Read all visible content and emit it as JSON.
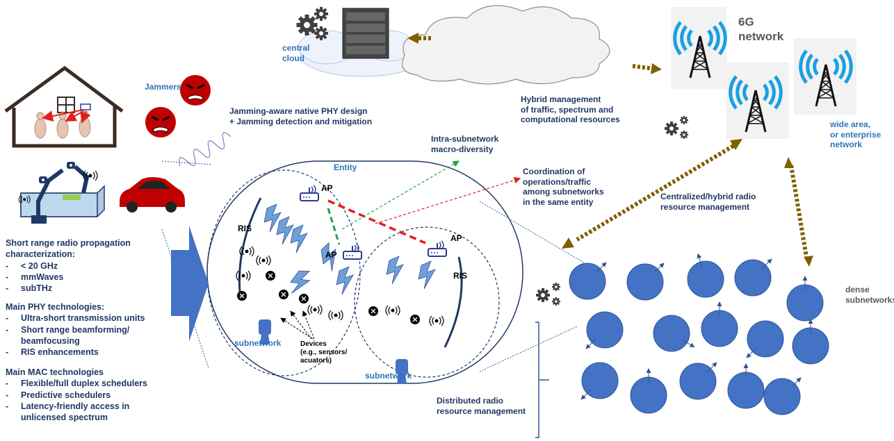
{
  "labels": {
    "central_cloud": "central\ncloud",
    "sixg_network": "6G\nnetwork",
    "jammers": "Jammers",
    "jamming_design": "Jamming-aware native PHY design\n+ Jamming detection and mitigation",
    "hybrid_mgmt": "Hybrid management\nof traffic, spectrum and\ncomputational resources",
    "wide_area": "wide area,\nor enterprise\nnetwork",
    "intra_subnetwork": "Intra-subnetwork\nmacro-diversity",
    "coordination": "Coordination of\noperations/traffic\namong subnetworks\nin the same entity",
    "centralized_rrm": "Centralized/hybrid radio\nresource management",
    "entity": "Entity",
    "ap_1": "AP",
    "ap_2": "AP",
    "ap_3": "AP",
    "ris_1": "RIS",
    "ris_2": "RIS",
    "subnetwork_1": "subnetwork",
    "subnetwork_2": "subnetwork",
    "devices": "Devices\n(e.g., sensors/\nacuators)",
    "dense_subnetworks": "dense\nsubnetworks",
    "distributed_rrm": "Distributed radio\nresource  management"
  },
  "propagation": {
    "heading": "Short range radio propagation\ncharacterization:",
    "items": [
      "< 20 GHz",
      "mmWaves",
      "subTHz"
    ]
  },
  "phy": {
    "heading": "Main PHY technologies:",
    "items": [
      "Ultra-short transmission units",
      "Short range beamforming/\nbeamfocusing",
      "RIS enhancements"
    ]
  },
  "mac": {
    "heading": "Main MAC technologies",
    "items": [
      "Flexible/full duplex schedulers",
      "Predictive schedulers",
      "Latency-friendly access in\nunlicensed spectrum"
    ]
  },
  "colors": {
    "navy_text": "#1f3864",
    "blue_text": "#2e75b6",
    "circle_fill": "#4472c4",
    "arrow_brown": "#7f6000",
    "red_link": "#e0201c",
    "green_link": "#21a047",
    "jammer_red": "#c00000",
    "tower_blue": "#1aa0e0"
  }
}
